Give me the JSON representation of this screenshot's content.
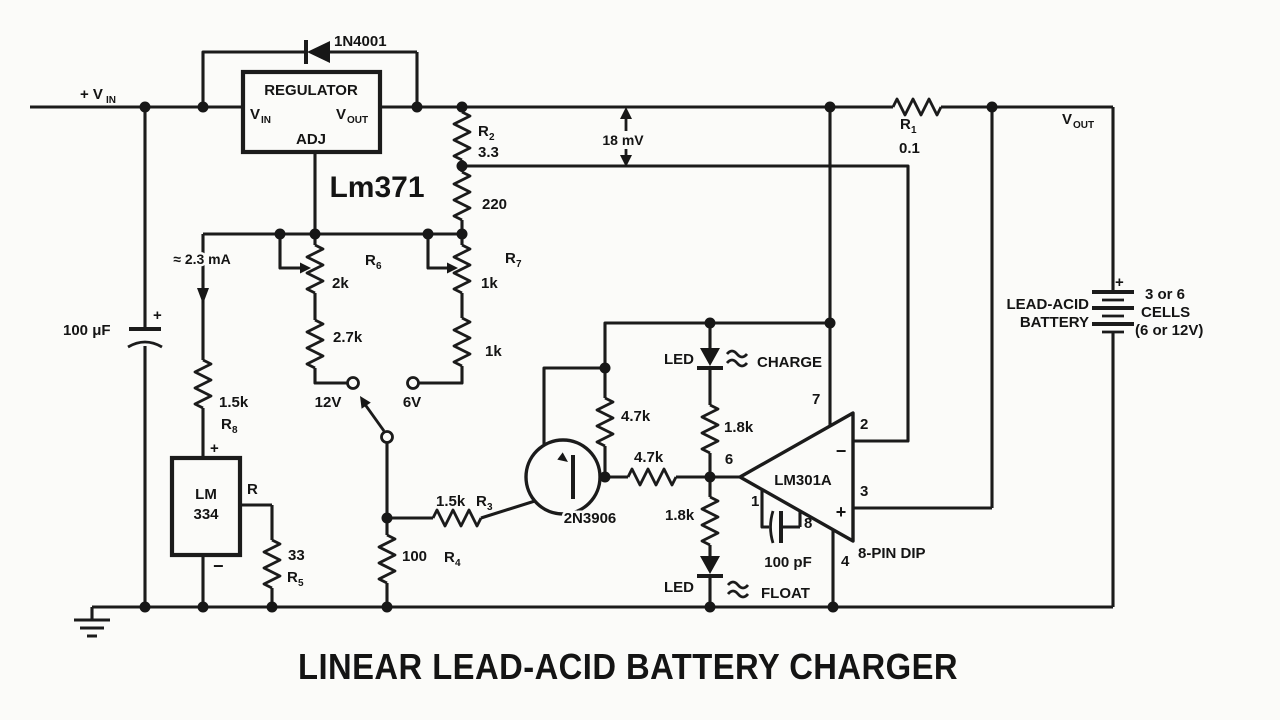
{
  "title": "LINEAR LEAD-ACID BATTERY CHARGER",
  "annotations": {
    "regulator_part": "Lm371",
    "current": "≈ 2.3 mA",
    "sense_voltage": "18 mV",
    "input": {
      "main": "+ V",
      "sub": "IN"
    },
    "output": {
      "main": "V",
      "sub": "OUT"
    }
  },
  "regulator": {
    "name": "REGULATOR",
    "pin_in": {
      "main": "V",
      "sub": "IN"
    },
    "pin_out": {
      "main": "V",
      "sub": "OUT"
    },
    "pin_adj": "ADJ",
    "bypass_diode": "1N4001"
  },
  "capacitors": {
    "input": "100 μF",
    "input_polarity": "+",
    "compensation": "100 pF"
  },
  "resistors": {
    "r1": {
      "name": "R",
      "sub": "1",
      "value": "0.1"
    },
    "r2": {
      "name": "R",
      "sub": "2",
      "value": "3.3"
    },
    "r2b": {
      "value": "220"
    },
    "r3": {
      "name": "R",
      "sub": "3",
      "value": "1.5k"
    },
    "r4": {
      "name": "R",
      "sub": "4",
      "value": "100"
    },
    "r5": {
      "name": "R",
      "sub": "5",
      "value": "33"
    },
    "r6": {
      "name": "R",
      "sub": "6",
      "value": "2k"
    },
    "r6b": {
      "value": "2.7k"
    },
    "r7": {
      "name": "R",
      "sub": "7",
      "value": "1k"
    },
    "r7b": {
      "value": "1k"
    },
    "r8": {
      "name": "R",
      "sub": "8",
      "value": "1.5k"
    },
    "base_pullup": {
      "value": "4.7k"
    },
    "base_series": {
      "value": "4.7k"
    },
    "charge_led_r": {
      "value": "1.8k"
    },
    "float_led_r": {
      "value": "1.8k"
    }
  },
  "current_source": {
    "name_line1": "LM",
    "name_line2": "334",
    "pin_r": "R",
    "plus": "+",
    "minus": "−"
  },
  "voltage_switch": {
    "pos_a": "12V",
    "pos_b": "6V"
  },
  "transistor": {
    "part": "2N3906"
  },
  "opamp": {
    "part": "LM301A",
    "package": "8-PIN DIP",
    "pin1": "1",
    "pin2": "2",
    "pin3": "3",
    "pin4": "4",
    "pin6": "6",
    "pin7": "7",
    "pin8": "8",
    "inverting": "−",
    "non_inverting": "+"
  },
  "leds": {
    "charge": {
      "label": "LED",
      "state": "CHARGE"
    },
    "float": {
      "label": "LED",
      "state": "FLOAT"
    }
  },
  "battery": {
    "name1": "LEAD-ACID",
    "name2": "BATTERY",
    "plus": "+",
    "cells1": "3 or 6",
    "cells2": "CELLS",
    "cells3": "(6 or 12V)"
  }
}
